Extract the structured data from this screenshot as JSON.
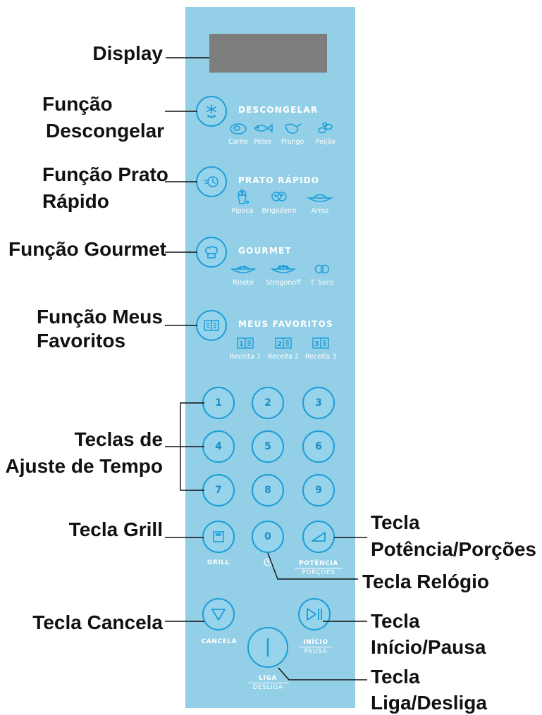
{
  "panel": {
    "colors": {
      "panel": "#93cfe6",
      "button_ring": "#1a9ed9",
      "display": "#7d7d7e",
      "text": "#ffffff"
    },
    "sections": {
      "defrost": {
        "title": "DESCONGELAR",
        "icon": "snowflake-icon",
        "options": [
          {
            "label": "Carne",
            "icon": "meat-icon"
          },
          {
            "label": "Peixe",
            "icon": "fish-icon"
          },
          {
            "label": "Frango",
            "icon": "chicken-icon"
          },
          {
            "label": "Feijão",
            "icon": "beans-icon"
          }
        ]
      },
      "quick": {
        "title": "PRATO RÁPIDO",
        "icon": "fast-clock-icon",
        "options": [
          {
            "label": "Pipoca",
            "icon": "popcorn-icon"
          },
          {
            "label": "Brigadeiro",
            "icon": "brigadeiro-icon"
          },
          {
            "label": "Arroz",
            "icon": "rice-dish-icon"
          }
        ]
      },
      "gourmet": {
        "title": "GOURMET",
        "icon": "chef-hat-icon",
        "options": [
          {
            "label": "Risoto",
            "icon": "risotto-dish-icon"
          },
          {
            "label": "Strogonoff",
            "icon": "strogonoff-dish-icon"
          },
          {
            "label": "T. Seco",
            "icon": "dried-tomato-icon"
          }
        ]
      },
      "favorites": {
        "title": "MEUS FAVORITOS",
        "icon": "recipe-book-icon",
        "options": [
          {
            "label": "Receita 1",
            "icon": "recipe-1-icon",
            "badge": "1"
          },
          {
            "label": "Receita 2",
            "icon": "recipe-2-icon",
            "badge": "2"
          },
          {
            "label": "Receita 3",
            "icon": "recipe-3-icon",
            "badge": "3"
          }
        ]
      }
    },
    "keys": {
      "numbers": [
        "1",
        "2",
        "3",
        "4",
        "5",
        "6",
        "7",
        "8",
        "9"
      ],
      "zero": "0",
      "grill": "GRILL",
      "power_top": "POTÊNCIA",
      "power_bottom": "PORÇÕES",
      "cancel": "CANCELA",
      "start_top": "INÍCIO",
      "start_bottom": "PAUSA",
      "onoff_top": "LIGA",
      "onoff_bottom": "DESLIGA"
    }
  },
  "callouts": {
    "display": "Display",
    "defrost_1": "Função",
    "defrost_2": "Descongelar",
    "quick_1": "Função Prato",
    "quick_2": "Rápido",
    "gourmet": "Função Gourmet",
    "favorites_1": "Função Meus",
    "favorites_2": "Favoritos",
    "time_keys_1": "Teclas de",
    "time_keys_2": "Ajuste de Tempo",
    "grill": "Tecla Grill",
    "power_1": "Tecla",
    "power_2": "Potência/Porções",
    "clock": "Tecla Relógio",
    "cancel": "Tecla Cancela",
    "start_1": "Tecla",
    "start_2": "Início/Pausa",
    "onoff_1": "Tecla",
    "onoff_2": "Liga/Desliga"
  }
}
